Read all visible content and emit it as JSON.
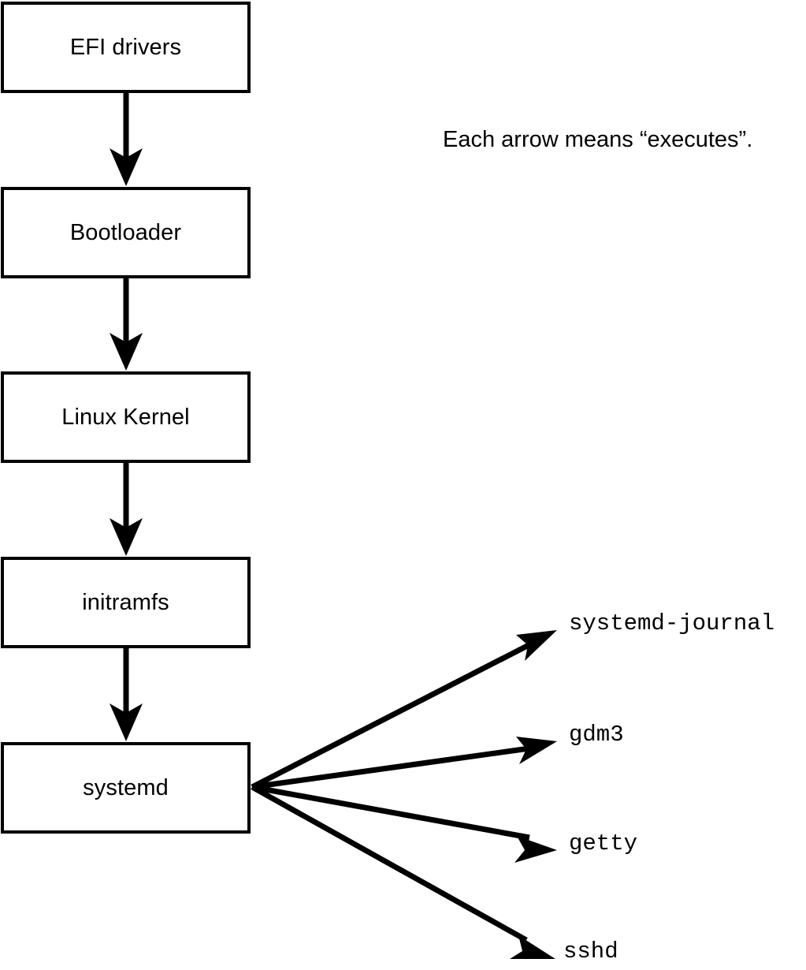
{
  "diagram": {
    "note": "Each arrow means “executes”.",
    "boot_chain": [
      {
        "label": "EFI drivers"
      },
      {
        "label": "Bootloader"
      },
      {
        "label": "Linux Kernel"
      },
      {
        "label": "initramfs"
      },
      {
        "label": "systemd"
      }
    ],
    "services": [
      {
        "label": "systemd-journal"
      },
      {
        "label": "gdm3"
      },
      {
        "label": "getty"
      },
      {
        "label": "sshd"
      }
    ],
    "colors": {
      "stroke": "#000000",
      "box_fill": "#ffffff",
      "background": "#ffffff",
      "text": "#000000"
    }
  }
}
